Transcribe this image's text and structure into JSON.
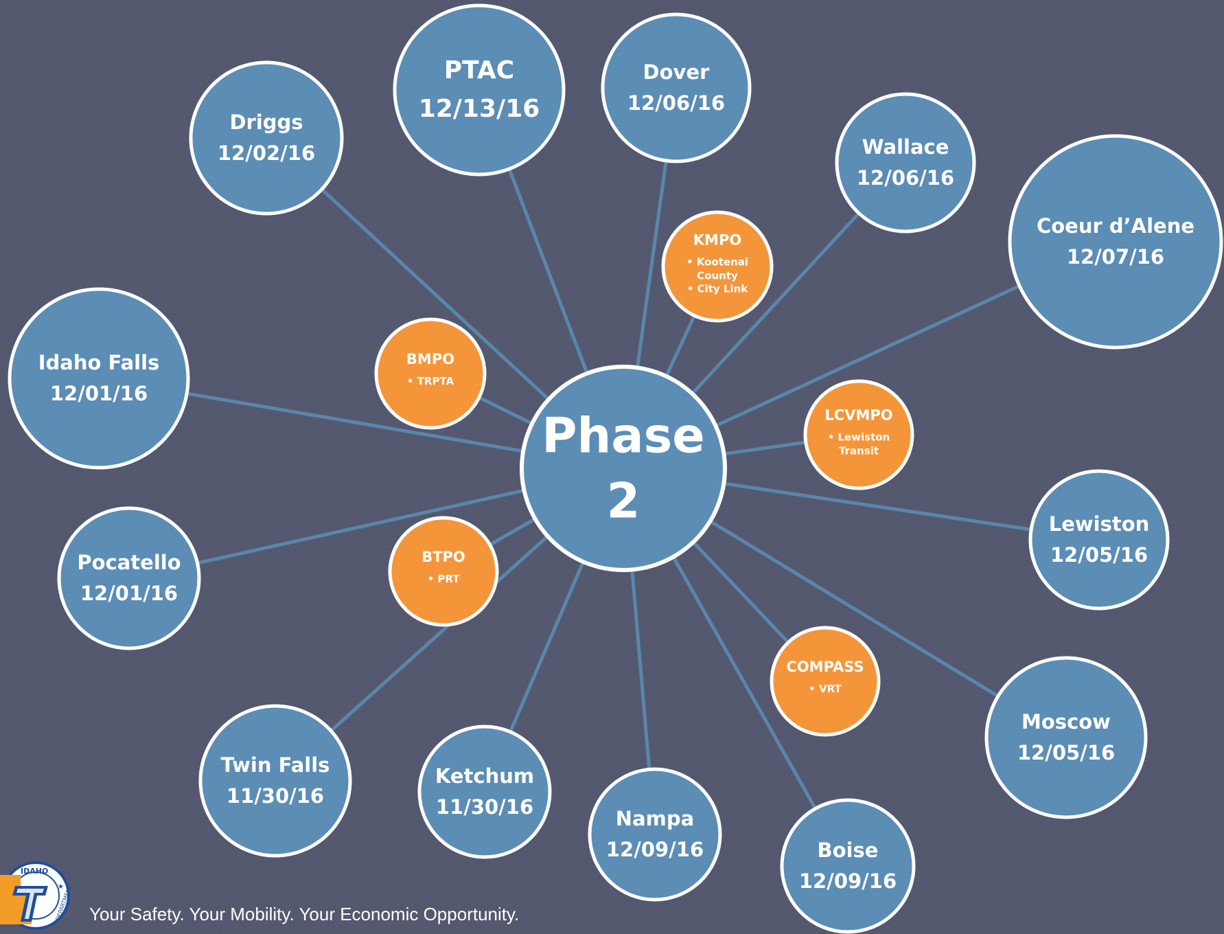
{
  "center": {
    "line1": "Phase",
    "line2": "2"
  },
  "locations": [
    {
      "id": "driggs",
      "name": "Driggs",
      "date": "12/02/16"
    },
    {
      "id": "ptac",
      "name": "PTAC",
      "date": "12/13/16"
    },
    {
      "id": "dover",
      "name": "Dover",
      "date": "12/06/16"
    },
    {
      "id": "wallace",
      "name": "Wallace",
      "date": "12/06/16"
    },
    {
      "id": "coeur-dalene",
      "name": "Coeur d’Alene",
      "date": "12/07/16"
    },
    {
      "id": "idaho-falls",
      "name": "Idaho Falls",
      "date": "12/01/16"
    },
    {
      "id": "lewiston",
      "name": "Lewiston",
      "date": "12/05/16"
    },
    {
      "id": "pocatello",
      "name": "Pocatello",
      "date": "12/01/16"
    },
    {
      "id": "moscow",
      "name": "Moscow",
      "date": "12/05/16"
    },
    {
      "id": "twin-falls",
      "name": "Twin Falls",
      "date": "11/30/16"
    },
    {
      "id": "ketchum",
      "name": "Ketchum",
      "date": "11/30/16"
    },
    {
      "id": "nampa",
      "name": "Nampa",
      "date": "12/09/16"
    },
    {
      "id": "boise",
      "name": "Boise",
      "date": "12/09/16"
    }
  ],
  "mpos": [
    {
      "id": "kmpo",
      "name": "KMPO",
      "items": [
        "• Kootenai",
        "County",
        "• City Link"
      ]
    },
    {
      "id": "bmpo",
      "name": "BMPO",
      "items": [
        "• TRPTA"
      ]
    },
    {
      "id": "lcvmpo",
      "name": "LCVMPO",
      "items": [
        "• Lewiston",
        "Transit"
      ]
    },
    {
      "id": "btpo",
      "name": "BTPO",
      "items": [
        "• PRT"
      ]
    },
    {
      "id": "compass",
      "name": "COMPASS",
      "items": [
        "• VRT"
      ]
    }
  ],
  "footer": {
    "tagline": "Your Safety.  Your Mobility.  Your Economic Opportunity.",
    "logo_text": "IDAHO",
    "logo_text_rotated": "DEPARTMENT"
  },
  "colors": {
    "background": "#4a4e64",
    "node_fill": "#5b8db5",
    "node_stroke": "#ffffff",
    "mpo_fill": "#f5953a",
    "connector": "#5a86ab",
    "logo_orange": "#f39c28",
    "logo_blue": "#1f4e9b"
  }
}
